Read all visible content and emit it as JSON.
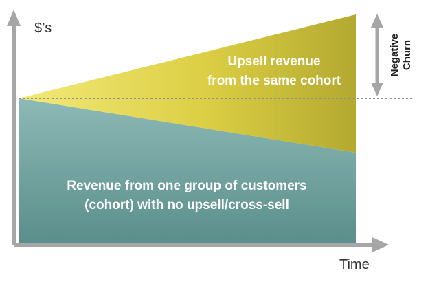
{
  "axes": {
    "y_label": "$’s",
    "x_label": "Time"
  },
  "upsell_label": {
    "line1": "Upsell revenue",
    "line2": "from the same cohort"
  },
  "cohort_label": {
    "line1": "Revenue from one group of customers",
    "line2": "(cohort) with no upsell/cross-sell"
  },
  "churn_label": {
    "line1": "Negative",
    "line2": "Churn"
  },
  "colors": {
    "cohort_fill_top": "#8db9b6",
    "cohort_fill_bottom": "#5a8e8a",
    "upsell_fill_left": "#f1e46a",
    "upsell_fill_right": "#b0a72e",
    "axis_arrow": "#a6a6a6",
    "dashed_line": "#8f8f8f"
  }
}
